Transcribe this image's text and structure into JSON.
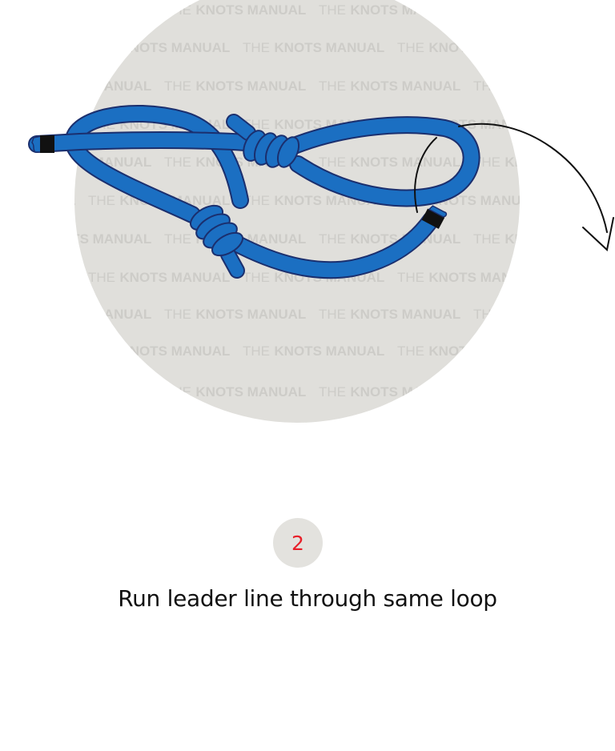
{
  "illustration": {
    "description": "Step 2 of fishing knot tying diagram",
    "background_circle_color": "#e0dfdb",
    "rope_color": "#1b6fc2",
    "rope_outline_color": "#1b2f6e",
    "rope_tip_color": "#111111",
    "arrow_color": "#111111",
    "watermark": {
      "prefix": "THE",
      "brand": "KNOTS MANUAL",
      "color": "#cfceca"
    }
  },
  "step": {
    "number": "2",
    "badge_color": "#e3e2de",
    "number_color": "#e8202a"
  },
  "caption": {
    "text": "Run leader line through same loop"
  }
}
